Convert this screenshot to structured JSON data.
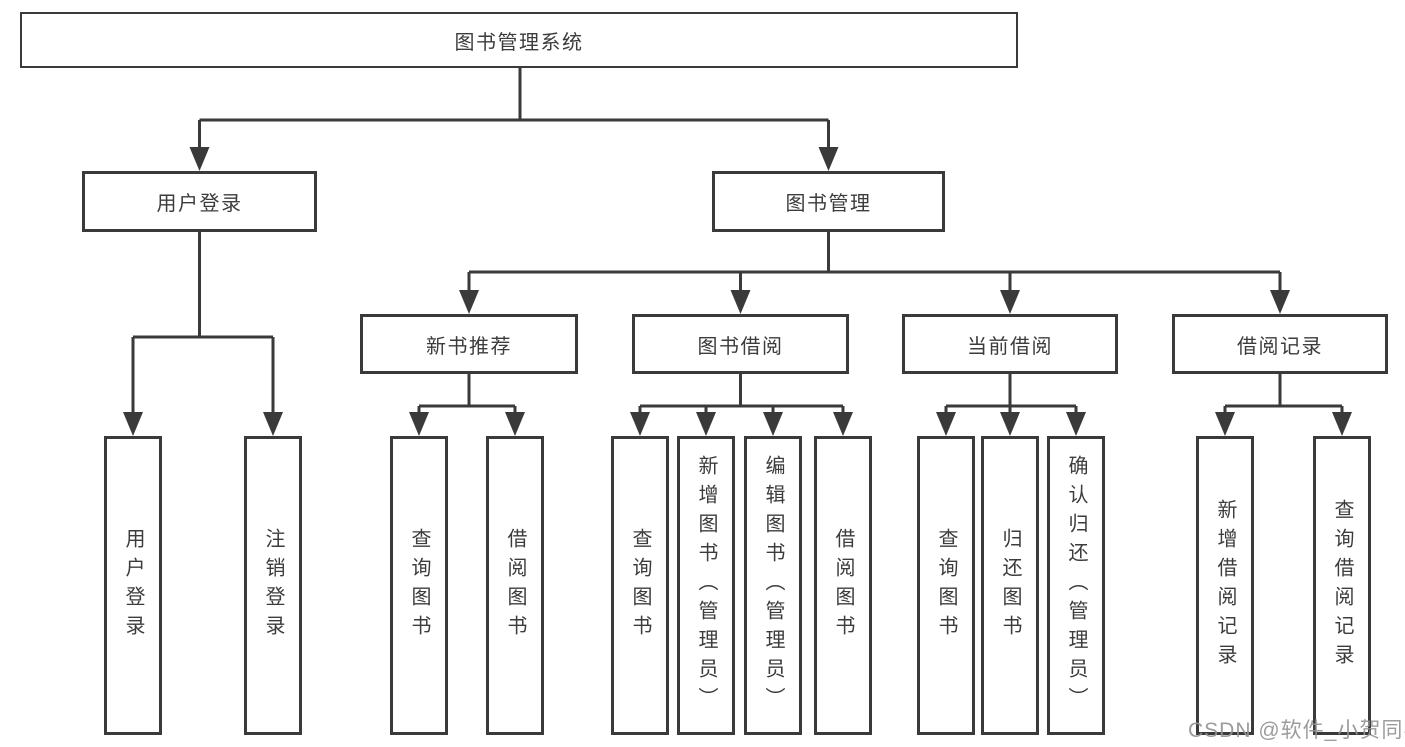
{
  "diagram_type": "function-structure-tree",
  "colors": {
    "line": "#3a3a3a",
    "box_border": "#3a3a3a",
    "box_fill": "#ffffff",
    "text": "#3c3c3c",
    "watermark": "#949494",
    "background": "#ffffff"
  },
  "tree": {
    "label": "图书管理系统",
    "children": [
      {
        "label": "用户登录",
        "children": [
          {
            "label": "用户登录"
          },
          {
            "label": "注销登录"
          }
        ]
      },
      {
        "label": "图书管理",
        "children": [
          {
            "label": "新书推荐",
            "children": [
              {
                "label": "查询图书"
              },
              {
                "label": "借阅图书"
              }
            ]
          },
          {
            "label": "图书借阅",
            "children": [
              {
                "label": "查询图书"
              },
              {
                "label": "新增图书（管理员）"
              },
              {
                "label": "编辑图书（管理员）"
              },
              {
                "label": "借阅图书"
              }
            ]
          },
          {
            "label": "当前借阅",
            "children": [
              {
                "label": "查询图书"
              },
              {
                "label": "归还图书"
              },
              {
                "label": "确认归还（管理员）"
              }
            ]
          },
          {
            "label": "借阅记录",
            "children": [
              {
                "label": "新增借阅记录"
              },
              {
                "label": "查询借阅记录"
              }
            ]
          }
        ]
      }
    ]
  },
  "watermark": {
    "text": "CSDN @软件_小贺同学"
  }
}
